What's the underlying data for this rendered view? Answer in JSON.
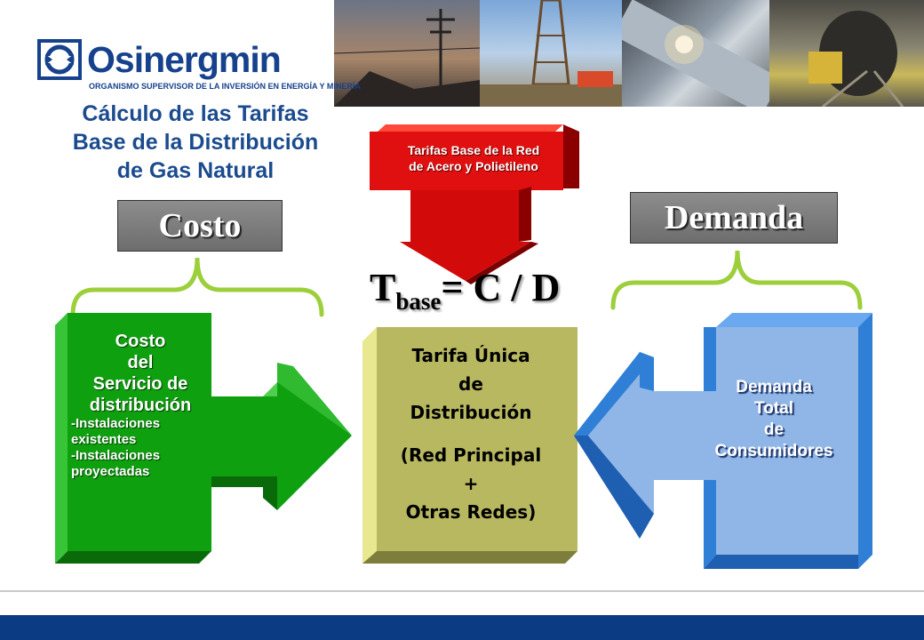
{
  "logo": {
    "name": "Osinergmin",
    "subtitle": "ORGANISMO SUPERVISOR DE LA INVERSIÓN EN ENERGÍA Y MINERÍA"
  },
  "title": [
    "Cálculo de las Tarifas",
    "Base de la Distribución",
    "de Gas Natural"
  ],
  "labels": {
    "costo": "Costo",
    "demanda": "Demanda"
  },
  "red_box": {
    "lines": [
      "Tarifas Base de la Red",
      "de Acero y Polietileno"
    ]
  },
  "formula": {
    "t": "T",
    "sub": "base",
    "rest": "= C / D"
  },
  "green_box": {
    "lines": [
      "Costo",
      "del",
      "Servicio de",
      "distribución"
    ],
    "items": [
      "-Instalaciones",
      "existentes",
      "-Instalaciones",
      "proyectadas"
    ]
  },
  "olive_box": {
    "lines": [
      "Tarifa Única",
      "de",
      "Distribución",
      "",
      "(Red Principal",
      "+",
      "Otras Redes)"
    ]
  },
  "blue_box": {
    "lines": [
      "Demanda",
      "Total",
      "de",
      "Consumidores"
    ]
  },
  "colors": {
    "brand": "#16418c",
    "title": "#1b4b8e",
    "green": "#0fa00f",
    "olive": "#b8b860",
    "blue": "#2f7fd6",
    "red": "#e01010",
    "brace": "#9ccf3a",
    "footer": "#0b3b82"
  }
}
